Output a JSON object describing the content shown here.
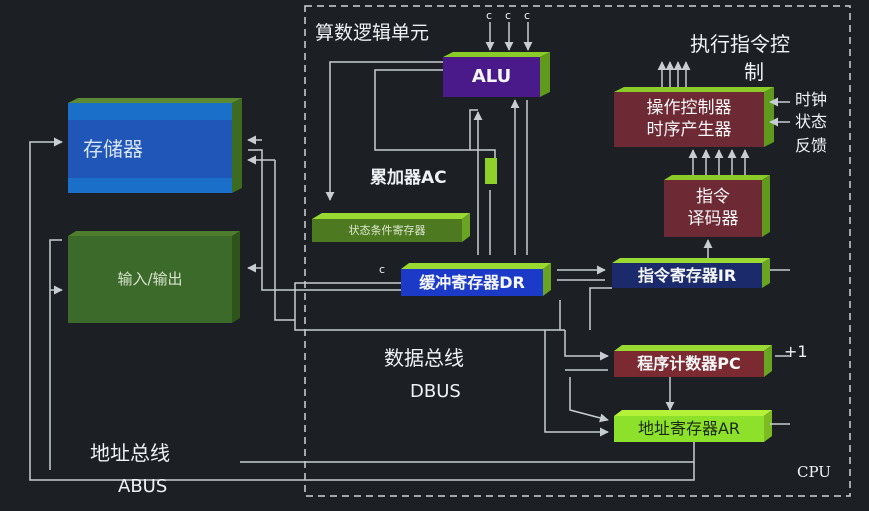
{
  "cpu": {
    "alu_group_title": "算数逻辑单元",
    "alu": "ALU",
    "control_group_title_1": "执行指令控",
    "control_group_title_2": "制",
    "accumulator": "累加器AC",
    "status_register": "状态条件寄存器",
    "buffer_register": "缓冲寄存器DR",
    "instruction_register": "指令寄存器IR",
    "decoder_1": "指令",
    "decoder_2": "译码器",
    "op_controller_1": "操作控制器",
    "op_controller_2": "时序产生器",
    "program_counter": "程序计数器PC",
    "address_register": "地址寄存器AR",
    "cpu_label": "CPU",
    "c_label_dr": "c",
    "c_labels_alu": [
      "c",
      "c",
      "c"
    ],
    "clock_label": "时钟",
    "status_label": "状态",
    "feedback_label": "反馈",
    "plus_one": "+1"
  },
  "external": {
    "memory": "存储器",
    "io": "输入/输出"
  },
  "buses": {
    "data_bus_cn": "数据总线",
    "data_bus_en": "DBUS",
    "address_bus_cn": "地址总线",
    "address_bus_en": "ABUS"
  },
  "colors": {
    "background": "#1c1f24",
    "memory_blue": "#1a6fc8",
    "io_green": "#3c6a2a",
    "alu_purple": "#4a1a8a",
    "control_red": "#6e2a34",
    "register_green": "#8ed12a",
    "buffer_blue": "#1c3ac8",
    "wire": "#c8cdd2"
  }
}
